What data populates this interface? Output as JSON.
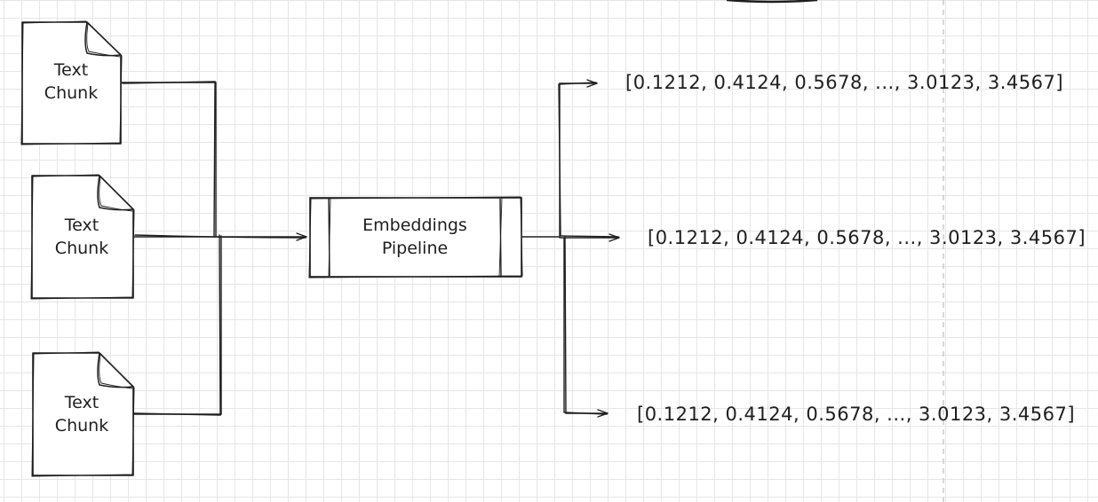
{
  "chunks": [
    {
      "line1": "Text",
      "line2": "Chunk"
    },
    {
      "line1": "Text",
      "line2": "Chunk"
    },
    {
      "line1": "Text",
      "line2": "Chunk"
    }
  ],
  "pipeline": {
    "line1": "Embeddings",
    "line2": "Pipeline"
  },
  "vectors": [
    "[0.1212, 0.4124, 0.5678, ..., 3.0123, 3.4567]",
    "[0.1212, 0.4124, 0.5678, ..., 3.0123, 3.4567]",
    "[0.1212, 0.4124, 0.5678, ..., 3.0123, 3.4567]"
  ],
  "colors": {
    "stroke": "#1e1e1e",
    "grid": "#e6e6e6",
    "background": "#ffffff",
    "guide": "#bdbdbd"
  }
}
